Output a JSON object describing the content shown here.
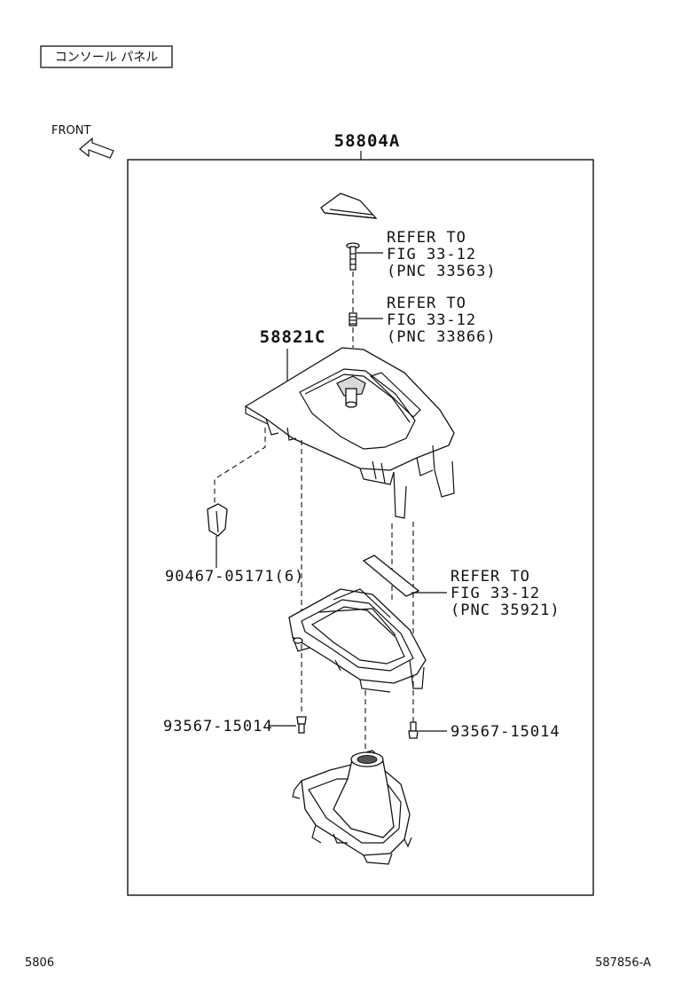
{
  "header": {
    "title_box": "コンソール パネル",
    "front_label": "FRONT"
  },
  "assembly": {
    "assembly_no": "58804A",
    "panel_no": "58821C"
  },
  "references": [
    {
      "line1": "REFER TO",
      "line2": "FIG 33-12",
      "line3": "(PNC 33563)"
    },
    {
      "line1": "REFER TO",
      "line2": "FIG 33-12",
      "line3": "(PNC 33866)"
    },
    {
      "line1": "REFER TO",
      "line2": "FIG 33-12",
      "line3": "(PNC 35921)"
    }
  ],
  "parts": {
    "clip": "90467-05171(6)",
    "screw_left": "93567-15014",
    "screw_right": "93567-15014"
  },
  "footer": {
    "page_code": "5806",
    "figure_id": "587856-A"
  }
}
